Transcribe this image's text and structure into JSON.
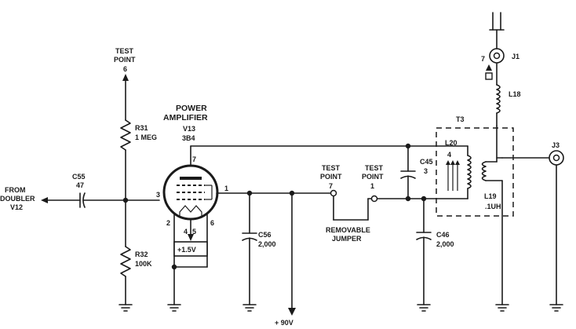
{
  "labels": {
    "from_doubler": [
      "FROM",
      "DOUBLER",
      "V12"
    ],
    "c55": [
      "C55",
      "47"
    ],
    "test_point_6": [
      "TEST",
      "POINT",
      "6"
    ],
    "r31": [
      "R31",
      "1 MEG"
    ],
    "r32": [
      "R32",
      "100K"
    ],
    "power_amplifier": [
      "POWER",
      "AMPLIFIER"
    ],
    "v13": [
      "V13",
      "3B4"
    ],
    "pins": {
      "p1": "1",
      "p2": "2",
      "p3": "3",
      "p4": "4",
      "p5": "5",
      "p6": "6",
      "p7": "7"
    },
    "filament_supply": "+1.5V",
    "c56": [
      "C56",
      "2,000"
    ],
    "plus_90v": "+ 90V",
    "test_point_7": [
      "TEST",
      "POINT",
      "7"
    ],
    "test_point_1": [
      "TEST",
      "POINT",
      "1"
    ],
    "removable_jumper": [
      "REMOVABLE",
      "JUMPER"
    ],
    "c45": [
      "C45",
      "3"
    ],
    "c46": [
      "C46",
      "2,000"
    ],
    "t3": "T3",
    "l20": "L20",
    "l20_tap": "4",
    "l19": [
      "L19",
      ".1UH"
    ],
    "l18": "L18",
    "j1": "J1",
    "j1_tap": "7",
    "j3": "J3"
  }
}
